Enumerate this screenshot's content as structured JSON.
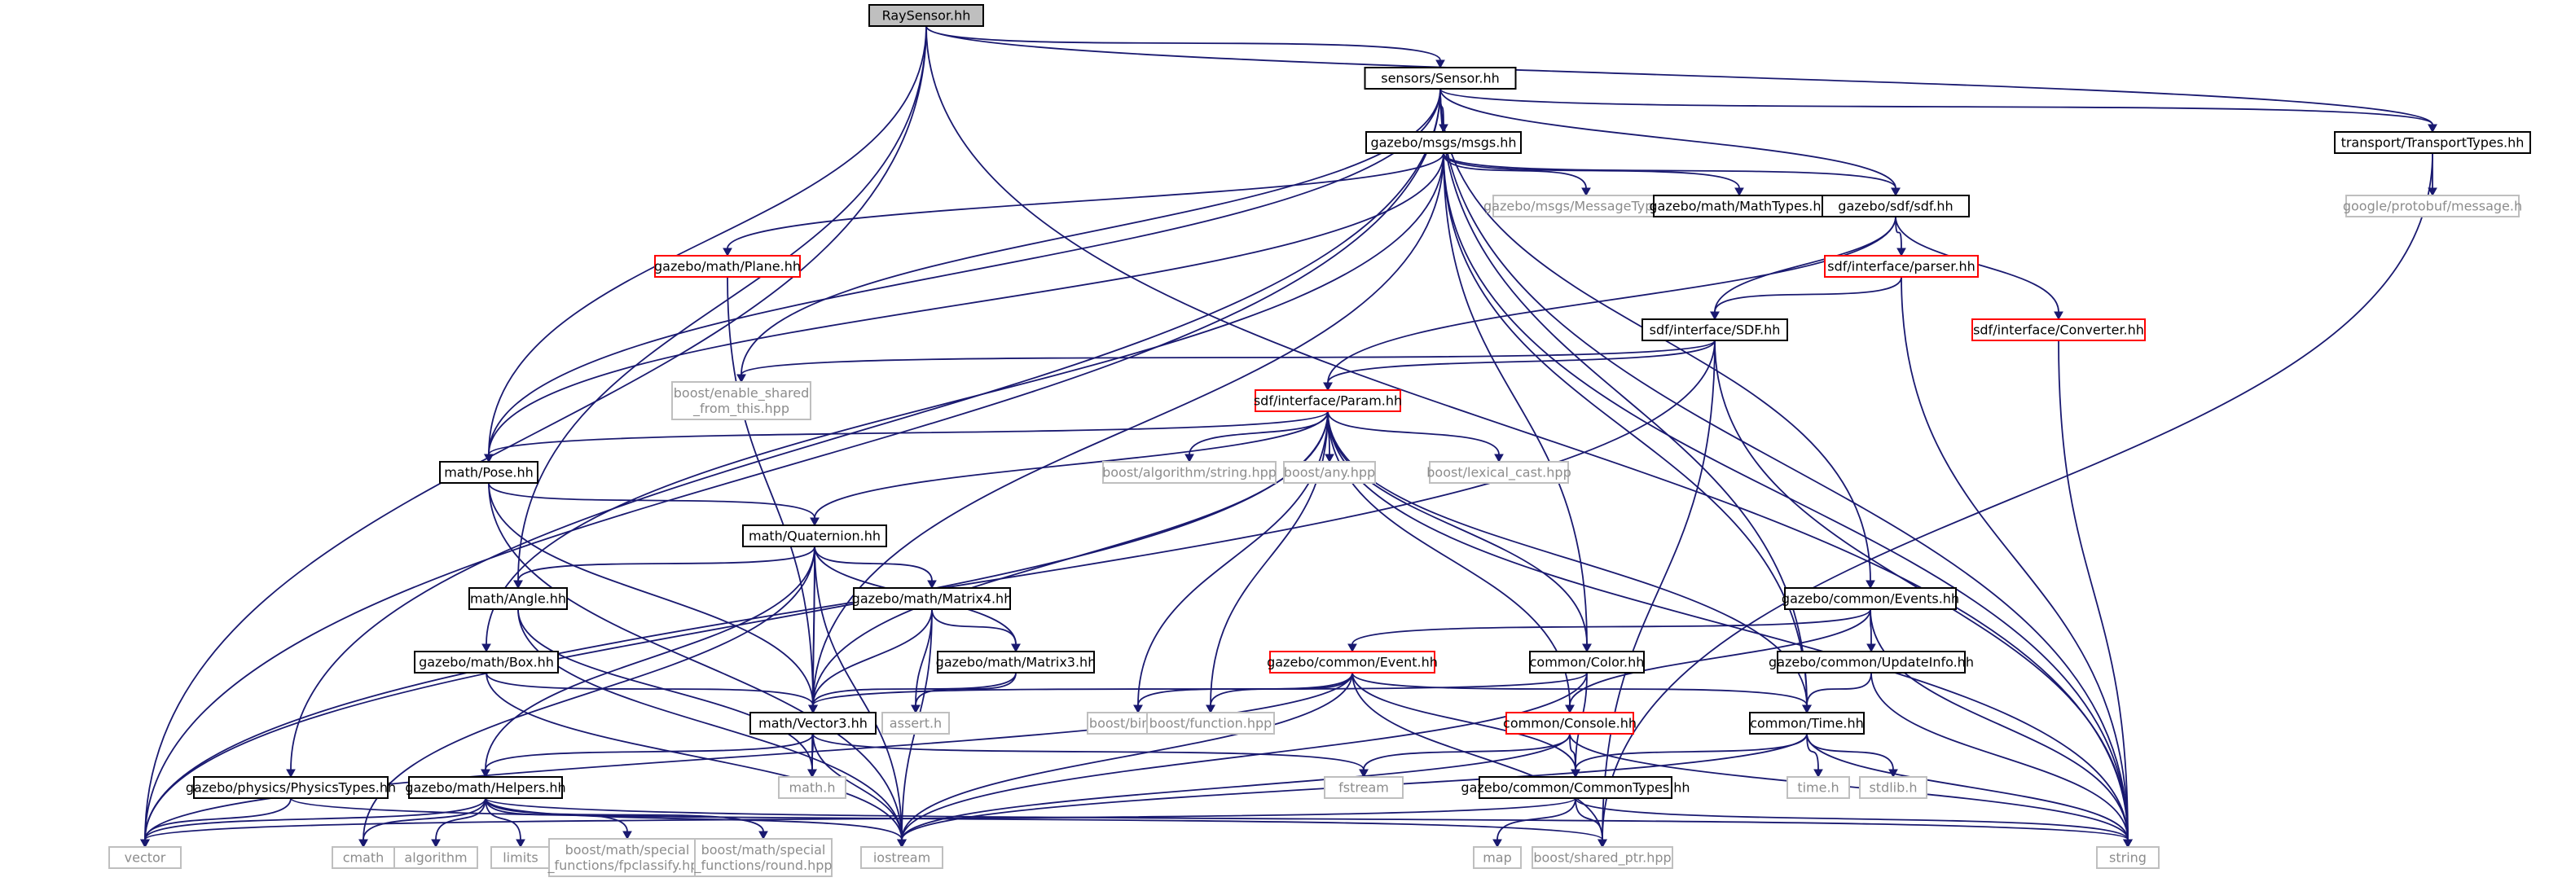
{
  "colors": {
    "edge": "#191970",
    "root_fill": "#bfbfbf",
    "documented_border": "#000000",
    "incomplete_border": "#ff0000",
    "system_border": "#bfbfbf",
    "system_text": "#8c8c8c"
  },
  "nodes": [
    {
      "id": "raysensor",
      "label": "RaySensor.hh",
      "kind": "root"
    },
    {
      "id": "sensor",
      "label": "sensors/Sensor.hh",
      "kind": "doc"
    },
    {
      "id": "msgs",
      "label": "gazebo/msgs/msgs.hh",
      "kind": "doc"
    },
    {
      "id": "transporttypes",
      "label": "transport/TransportTypes.hh",
      "kind": "doc"
    },
    {
      "id": "protobuf",
      "label": "google/protobuf/message.h",
      "kind": "sys"
    },
    {
      "id": "messagetypes",
      "label": "gazebo/msgs/MessageTypes.hh",
      "kind": "sys"
    },
    {
      "id": "mathtypes",
      "label": "gazebo/math/MathTypes.hh",
      "kind": "doc"
    },
    {
      "id": "sdfhh",
      "label": "gazebo/sdf/sdf.hh",
      "kind": "doc"
    },
    {
      "id": "plane",
      "label": "gazebo/math/Plane.hh",
      "kind": "red"
    },
    {
      "id": "parser",
      "label": "sdf/interface/parser.hh",
      "kind": "red"
    },
    {
      "id": "converter",
      "label": "sdf/interface/Converter.hh",
      "kind": "red"
    },
    {
      "id": "sdfi",
      "label": "sdf/interface/SDF.hh",
      "kind": "doc"
    },
    {
      "id": "enable",
      "label": "boost/enable_shared\n_from_this.hpp",
      "kind": "sys"
    },
    {
      "id": "param",
      "label": "sdf/interface/Param.hh",
      "kind": "red"
    },
    {
      "id": "pose",
      "label": "math/Pose.hh",
      "kind": "doc"
    },
    {
      "id": "balgstr",
      "label": "boost/algorithm/string.hpp",
      "kind": "sys"
    },
    {
      "id": "bany",
      "label": "boost/any.hpp",
      "kind": "sys"
    },
    {
      "id": "blex",
      "label": "boost/lexical_cast.hpp",
      "kind": "sys"
    },
    {
      "id": "quat",
      "label": "math/Quaternion.hh",
      "kind": "doc"
    },
    {
      "id": "events",
      "label": "gazebo/common/Events.hh",
      "kind": "doc"
    },
    {
      "id": "angle",
      "label": "math/Angle.hh",
      "kind": "doc"
    },
    {
      "id": "matrix4",
      "label": "gazebo/math/Matrix4.hh",
      "kind": "doc"
    },
    {
      "id": "box",
      "label": "gazebo/math/Box.hh",
      "kind": "doc"
    },
    {
      "id": "matrix3",
      "label": "gazebo/math/Matrix3.hh",
      "kind": "doc"
    },
    {
      "id": "event",
      "label": "gazebo/common/Event.hh",
      "kind": "red"
    },
    {
      "id": "color",
      "label": "common/Color.hh",
      "kind": "doc"
    },
    {
      "id": "updateinfo",
      "label": "gazebo/common/UpdateInfo.hh",
      "kind": "doc"
    },
    {
      "id": "vector3",
      "label": "math/Vector3.hh",
      "kind": "doc"
    },
    {
      "id": "asserth",
      "label": "assert.h",
      "kind": "sys"
    },
    {
      "id": "bbind",
      "label": "boost/bind.hpp",
      "kind": "sys"
    },
    {
      "id": "bfunc",
      "label": "boost/function.hpp",
      "kind": "sys"
    },
    {
      "id": "console",
      "label": "common/Console.hh",
      "kind": "red"
    },
    {
      "id": "time",
      "label": "common/Time.hh",
      "kind": "doc"
    },
    {
      "id": "helpers",
      "label": "gazebo/math/Helpers.hh",
      "kind": "doc"
    },
    {
      "id": "physicstypes",
      "label": "gazebo/physics/PhysicsTypes.hh",
      "kind": "doc"
    },
    {
      "id": "mathh",
      "label": "math.h",
      "kind": "sys"
    },
    {
      "id": "fstream",
      "label": "fstream",
      "kind": "sys"
    },
    {
      "id": "commontypes",
      "label": "gazebo/common/CommonTypes.hh",
      "kind": "doc"
    },
    {
      "id": "timeh",
      "label": "time.h",
      "kind": "sys"
    },
    {
      "id": "stdlibh",
      "label": "stdlib.h",
      "kind": "sys"
    },
    {
      "id": "vector",
      "label": "vector",
      "kind": "sys"
    },
    {
      "id": "cmath",
      "label": "cmath",
      "kind": "sys"
    },
    {
      "id": "algorithm",
      "label": "algorithm",
      "kind": "sys"
    },
    {
      "id": "limits",
      "label": "limits",
      "kind": "sys"
    },
    {
      "id": "fpclassify",
      "label": "boost/math/special\n_functions/fpclassify.hpp",
      "kind": "sys"
    },
    {
      "id": "round",
      "label": "boost/math/special\n_functions/round.hpp",
      "kind": "sys"
    },
    {
      "id": "iostream",
      "label": "iostream",
      "kind": "sys"
    },
    {
      "id": "map",
      "label": "map",
      "kind": "sys"
    },
    {
      "id": "sharedptr",
      "label": "boost/shared_ptr.hpp",
      "kind": "sys"
    },
    {
      "id": "string",
      "label": "string",
      "kind": "sys"
    }
  ],
  "edges": [
    [
      "raysensor",
      "sensor"
    ],
    [
      "raysensor",
      "vector"
    ],
    [
      "raysensor",
      "pose"
    ],
    [
      "raysensor",
      "angle"
    ],
    [
      "raysensor",
      "transporttypes"
    ],
    [
      "raysensor",
      "string"
    ],
    [
      "sensor",
      "msgs"
    ],
    [
      "sensor",
      "sdfhh"
    ],
    [
      "sensor",
      "transporttypes"
    ],
    [
      "sensor",
      "pose"
    ],
    [
      "sensor",
      "vector"
    ],
    [
      "sensor",
      "enable"
    ],
    [
      "sensor",
      "physicstypes"
    ],
    [
      "sensor",
      "events"
    ],
    [
      "sensor",
      "time"
    ],
    [
      "sensor",
      "string"
    ],
    [
      "transporttypes",
      "protobuf"
    ],
    [
      "transporttypes",
      "sharedptr"
    ],
    [
      "msgs",
      "messagetypes"
    ],
    [
      "msgs",
      "mathtypes"
    ],
    [
      "msgs",
      "sdfhh"
    ],
    [
      "msgs",
      "plane"
    ],
    [
      "msgs",
      "pose"
    ],
    [
      "msgs",
      "box"
    ],
    [
      "msgs",
      "vector3"
    ],
    [
      "msgs",
      "color"
    ],
    [
      "msgs",
      "time"
    ],
    [
      "msgs",
      "string"
    ],
    [
      "sdfhh",
      "parser"
    ],
    [
      "sdfhh",
      "converter"
    ],
    [
      "sdfhh",
      "sdfi"
    ],
    [
      "sdfhh",
      "param"
    ],
    [
      "parser",
      "sdfi"
    ],
    [
      "parser",
      "string"
    ],
    [
      "converter",
      "string"
    ],
    [
      "sdfi",
      "param"
    ],
    [
      "sdfi",
      "enable"
    ],
    [
      "sdfi",
      "vector"
    ],
    [
      "sdfi",
      "sharedptr"
    ],
    [
      "sdfi",
      "string"
    ],
    [
      "plane",
      "vector3"
    ],
    [
      "param",
      "pose"
    ],
    [
      "param",
      "quat"
    ],
    [
      "param",
      "vector3"
    ],
    [
      "param",
      "balgstr"
    ],
    [
      "param",
      "bany"
    ],
    [
      "param",
      "blex"
    ],
    [
      "param",
      "bbind"
    ],
    [
      "param",
      "bfunc"
    ],
    [
      "param",
      "color"
    ],
    [
      "param",
      "console"
    ],
    [
      "param",
      "time"
    ],
    [
      "param",
      "vector"
    ],
    [
      "param",
      "string"
    ],
    [
      "pose",
      "quat"
    ],
    [
      "pose",
      "vector3"
    ],
    [
      "pose",
      "iostream"
    ],
    [
      "quat",
      "angle"
    ],
    [
      "quat",
      "matrix4"
    ],
    [
      "quat",
      "matrix3"
    ],
    [
      "quat",
      "vector3"
    ],
    [
      "quat",
      "helpers"
    ],
    [
      "quat",
      "mathh"
    ],
    [
      "quat",
      "iostream"
    ],
    [
      "quat",
      "cmath"
    ],
    [
      "angle",
      "mathh"
    ],
    [
      "angle",
      "iostream"
    ],
    [
      "matrix4",
      "matrix3"
    ],
    [
      "matrix4",
      "vector3"
    ],
    [
      "matrix4",
      "asserth"
    ],
    [
      "matrix4",
      "iostream"
    ],
    [
      "matrix3",
      "vector3"
    ],
    [
      "matrix3",
      "asserth"
    ],
    [
      "box",
      "vector3"
    ],
    [
      "box",
      "iostream"
    ],
    [
      "events",
      "event"
    ],
    [
      "events",
      "updateinfo"
    ],
    [
      "events",
      "console"
    ],
    [
      "events",
      "string"
    ],
    [
      "updateinfo",
      "time"
    ],
    [
      "updateinfo",
      "string"
    ],
    [
      "event",
      "bbind"
    ],
    [
      "event",
      "bfunc"
    ],
    [
      "event",
      "commontypes"
    ],
    [
      "event",
      "time"
    ],
    [
      "event",
      "sharedptr"
    ],
    [
      "event",
      "iostream"
    ],
    [
      "event",
      "vector"
    ],
    [
      "color",
      "vector3"
    ],
    [
      "color",
      "commontypes"
    ],
    [
      "color",
      "iostream"
    ],
    [
      "vector3",
      "helpers"
    ],
    [
      "vector3",
      "mathh"
    ],
    [
      "vector3",
      "fstream"
    ],
    [
      "vector3",
      "iostream"
    ],
    [
      "console",
      "fstream"
    ],
    [
      "console",
      "commontypes"
    ],
    [
      "console",
      "string"
    ],
    [
      "console",
      "iostream"
    ],
    [
      "time",
      "commontypes"
    ],
    [
      "time",
      "timeh"
    ],
    [
      "time",
      "stdlibh"
    ],
    [
      "time",
      "string"
    ],
    [
      "time",
      "iostream"
    ],
    [
      "commontypes",
      "map"
    ],
    [
      "commontypes",
      "vector"
    ],
    [
      "commontypes",
      "sharedptr"
    ],
    [
      "commontypes",
      "string"
    ],
    [
      "helpers",
      "cmath"
    ],
    [
      "helpers",
      "algorithm"
    ],
    [
      "helpers",
      "limits"
    ],
    [
      "helpers",
      "fpclassify"
    ],
    [
      "helpers",
      "round"
    ],
    [
      "helpers",
      "iostream"
    ],
    [
      "helpers",
      "vector"
    ],
    [
      "helpers",
      "string"
    ],
    [
      "physicstypes",
      "vector"
    ],
    [
      "physicstypes",
      "sharedptr"
    ]
  ]
}
